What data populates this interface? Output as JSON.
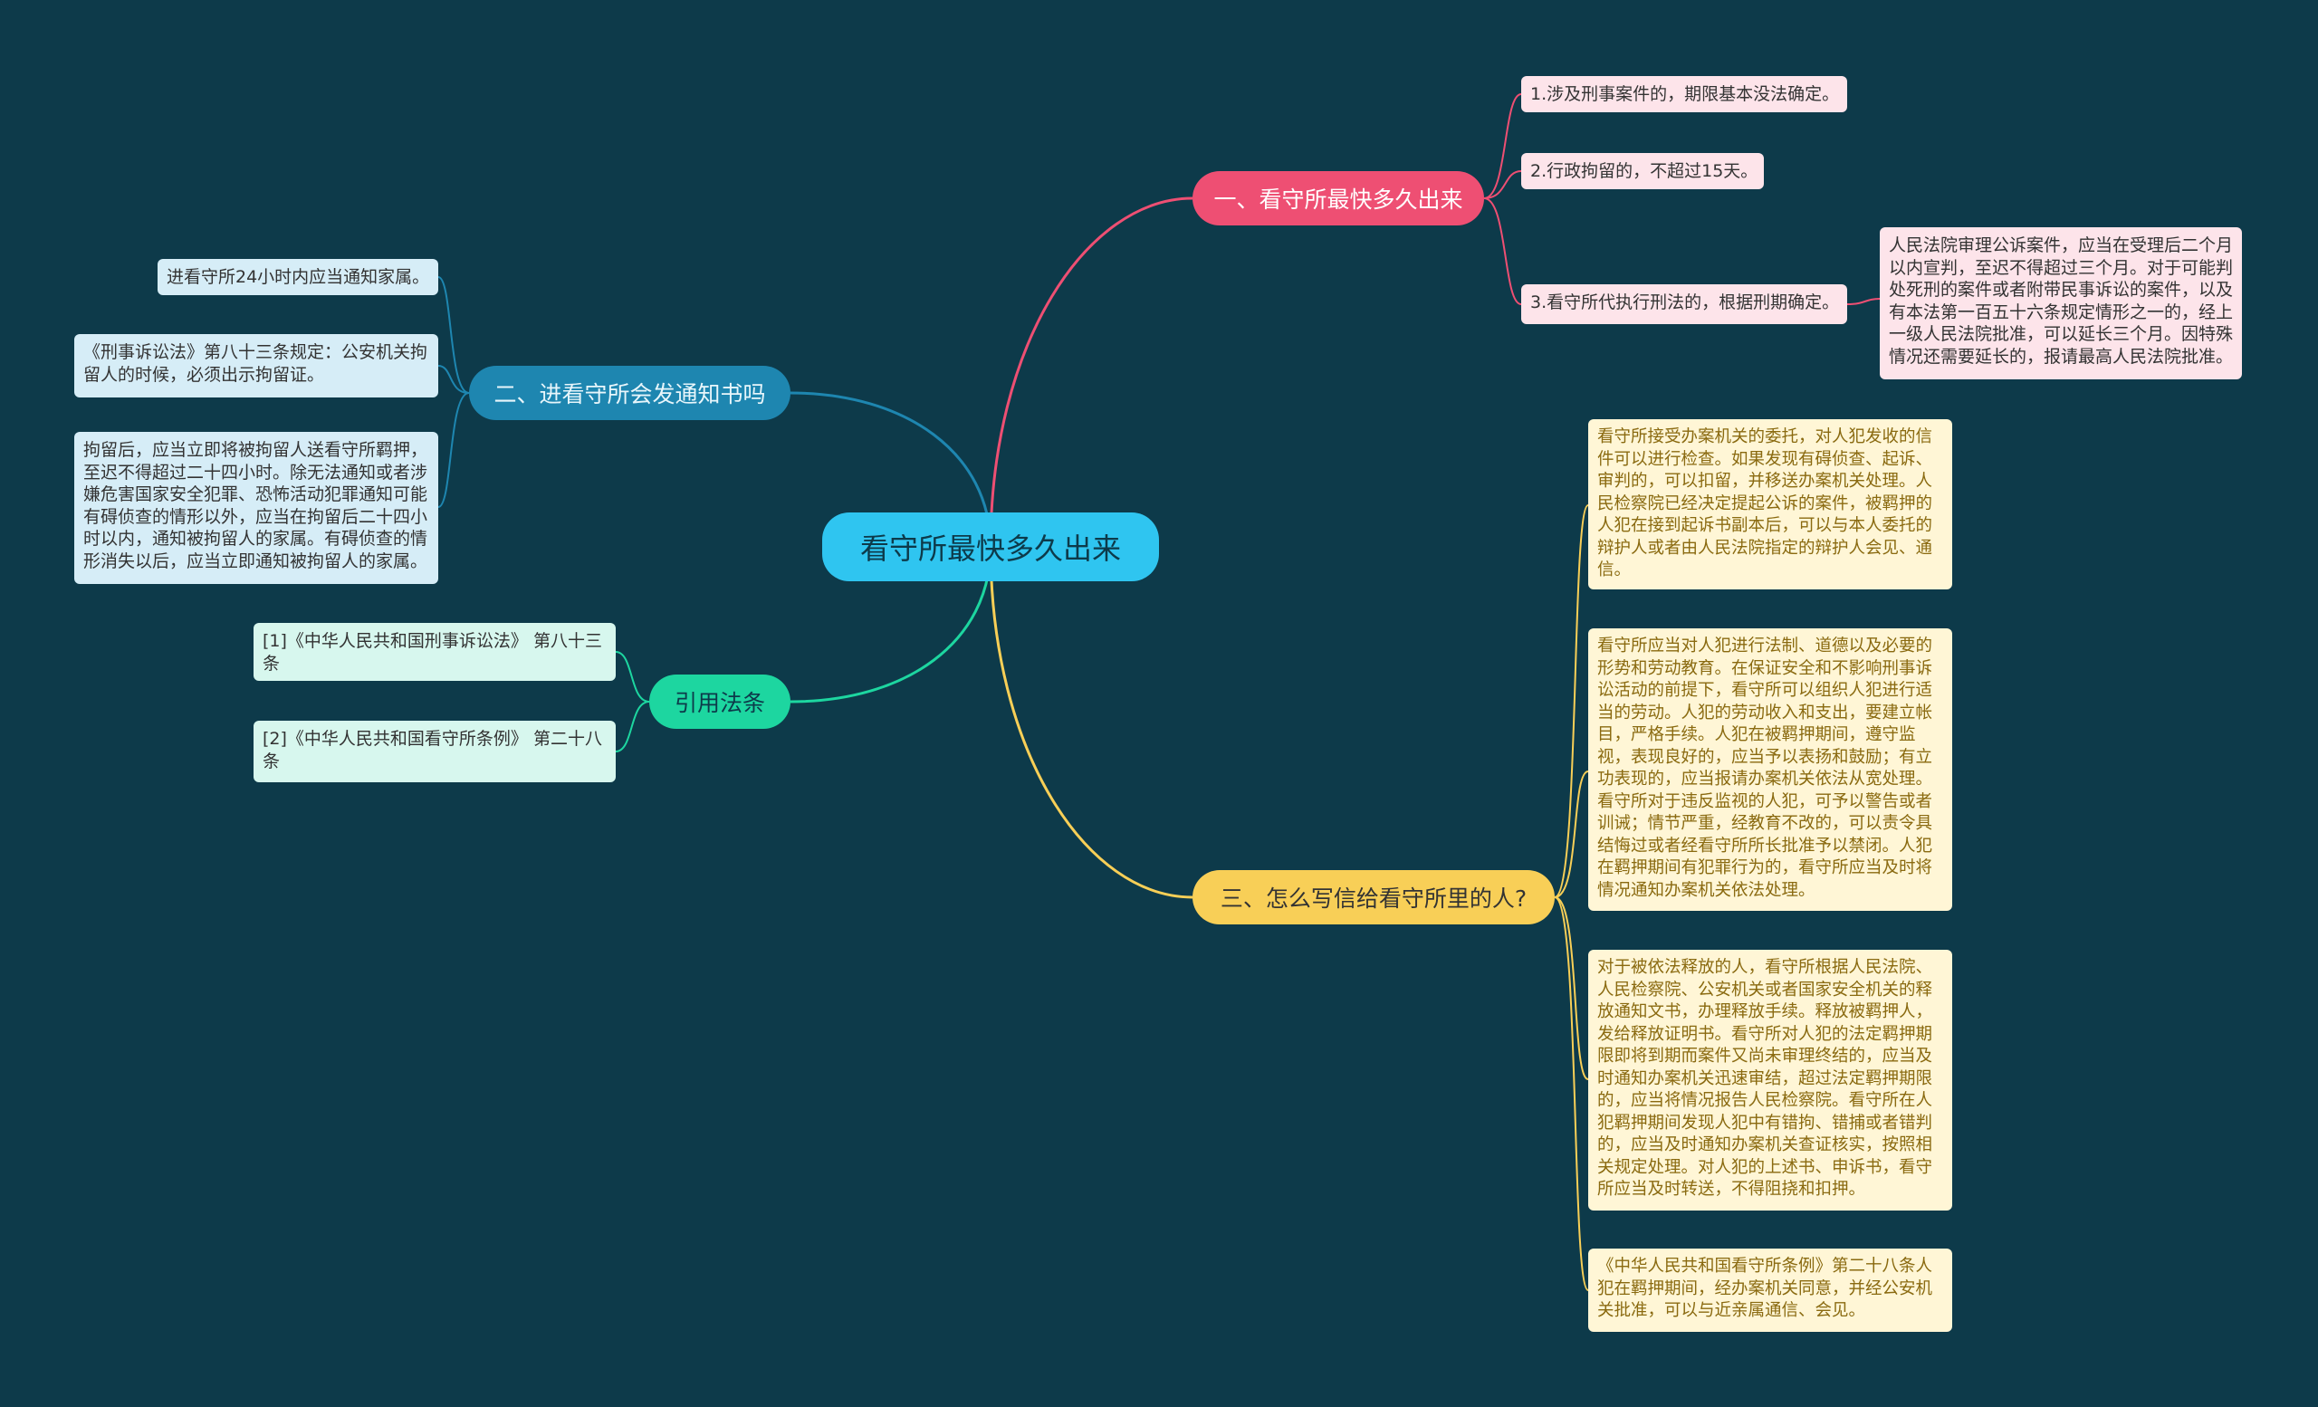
{
  "root": {
    "label": "看守所最快多久出来"
  },
  "branches": {
    "b1": {
      "label": "一、看守所最快多久出来",
      "items": [
        "1.涉及刑事案件的，期限基本没法确定。",
        "2.行政拘留的，不超过15天。",
        "3.看守所代执行刑法的，根据刑期确定。"
      ],
      "detail": "人民法院审理公诉案件，应当在受理后二个月以内宣判，至迟不得超过三个月。对于可能判处死刑的案件或者附带民事诉讼的案件，以及有本法第一百五十六条规定情形之一的，经上一级人民法院批准，可以延长三个月。因特殊情况还需要延长的，报请最高人民法院批准。"
    },
    "b2": {
      "label": "二、进看守所会发通知书吗",
      "items": [
        "进看守所24小时内应当通知家属。",
        "《刑事诉讼法》第八十三条规定：公安机关拘留人的时候，必须出示拘留证。",
        "拘留后，应当立即将被拘留人送看守所羁押，至迟不得超过二十四小时。除无法通知或者涉嫌危害国家安全犯罪、恐怖活动犯罪通知可能有碍侦查的情形以外，应当在拘留后二十四小时以内，通知被拘留人的家属。有碍侦查的情形消失以后，应当立即通知被拘留人的家属。"
      ]
    },
    "b3": {
      "label": "三、怎么写信给看守所里的人?",
      "items": [
        "看守所接受办案机关的委托，对人犯发收的信件可以进行检查。如果发现有碍侦查、起诉、审判的，可以扣留，并移送办案机关处理。人民检察院已经决定提起公诉的案件，被羁押的人犯在接到起诉书副本后，可以与本人委托的辩护人或者由人民法院指定的辩护人会见、通信。",
        "看守所应当对人犯进行法制、道德以及必要的形势和劳动教育。在保证安全和不影响刑事诉讼活动的前提下，看守所可以组织人犯进行适当的劳动。人犯的劳动收入和支出，要建立帐目，严格手续。人犯在被羁押期间，遵守监视，表现良好的，应当予以表扬和鼓励；有立功表现的，应当报请办案机关依法从宽处理。看守所对于违反监视的人犯，可予以警告或者训诫；情节严重，经教育不改的，可以责令具结悔过或者经看守所所长批准予以禁闭。人犯在羁押期间有犯罪行为的，看守所应当及时将情况通知办案机关依法处理。",
        "对于被依法释放的人，看守所根据人民法院、人民检察院、公安机关或者国家安全机关的释放通知文书，办理释放手续。释放被羁押人，发给释放证明书。看守所对人犯的法定羁押期限即将到期而案件又尚未审理终结的，应当及时通知办案机关迅速审结，超过法定羁押期限的，应当将情况报告人民检察院。看守所在人犯羁押期间发现人犯中有错拘、错捕或者错判的，应当及时通知办案机关查证核实，按照相关规定处理。对人犯的上述书、申诉书，看守所应当及时转送，不得阻挠和扣押。",
        "《中华人民共和国看守所条例》第二十八条人犯在羁押期间，经办案机关同意，并经公安机关批准，可以与近亲属通信、会见。"
      ]
    },
    "b4": {
      "label": "引用法条",
      "items": [
        "[1]《中华人民共和国刑事诉讼法》 第八十三条",
        "[2]《中华人民共和国看守所条例》 第二十八条"
      ]
    }
  },
  "colors": {
    "background": "#0d3a4a",
    "root": "#2fc5f0",
    "b1": "#ee4f73",
    "b2": "#1e86b0",
    "b3": "#f8cf57",
    "b4": "#1dd6a0"
  }
}
